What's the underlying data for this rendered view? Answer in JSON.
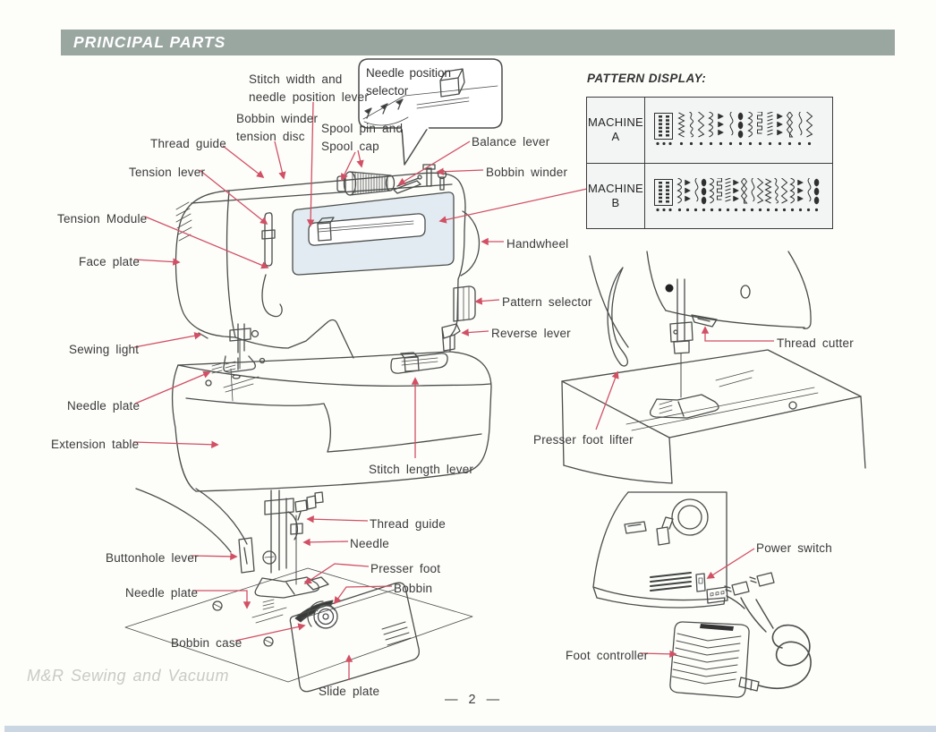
{
  "header": {
    "title": "PRINCIPAL PARTS"
  },
  "pattern_display": {
    "title": "PATTERN DISPLAY:",
    "rows": [
      {
        "label_line1": "MACHINE",
        "label_line2": "A",
        "pattern_count": 14
      },
      {
        "label_line1": "MACHINE",
        "label_line2": "B",
        "pattern_count": 18
      }
    ]
  },
  "callout": {
    "label": "Needle position selector"
  },
  "labels": {
    "main": {
      "stitch_width_lever": "Stitch width and needle position lever",
      "bobbin_winder_tension_disc": "Bobbin winder tension disc",
      "spool_pin_and_cap": "Spool pin and Spool cap",
      "thread_guide": "Thread guide",
      "balance_lever": "Balance lever",
      "tension_lever": "Tension lever",
      "bobbin_winder": "Bobbin winder",
      "tension_module": "Tension Module",
      "face_plate": "Face plate",
      "handwheel": "Handwheel",
      "pattern_selector": "Pattern selector",
      "reverse_lever": "Reverse lever",
      "sewing_light": "Sewing light",
      "needle_plate": "Needle plate",
      "extension_table": "Extension table",
      "stitch_length_lever": "Stitch length lever"
    },
    "needle_detail": {
      "thread_guide": "Thread guide",
      "needle": "Needle",
      "buttonhole_lever": "Buttonhole lever",
      "presser_foot": "Presser foot",
      "bobbin": "Bobbin",
      "needle_plate": "Needle plate",
      "bobbin_case": "Bobbin case",
      "slide_plate": "Slide plate"
    },
    "lifter_detail": {
      "thread_cutter": "Thread cutter",
      "presser_foot_lifter": "Presser foot lifter"
    },
    "power_detail": {
      "power_switch": "Power switch",
      "foot_controller": "Foot controller"
    }
  },
  "footer": {
    "watermark": "M&R Sewing and Vacuum",
    "page_number": "— 2 —"
  }
}
